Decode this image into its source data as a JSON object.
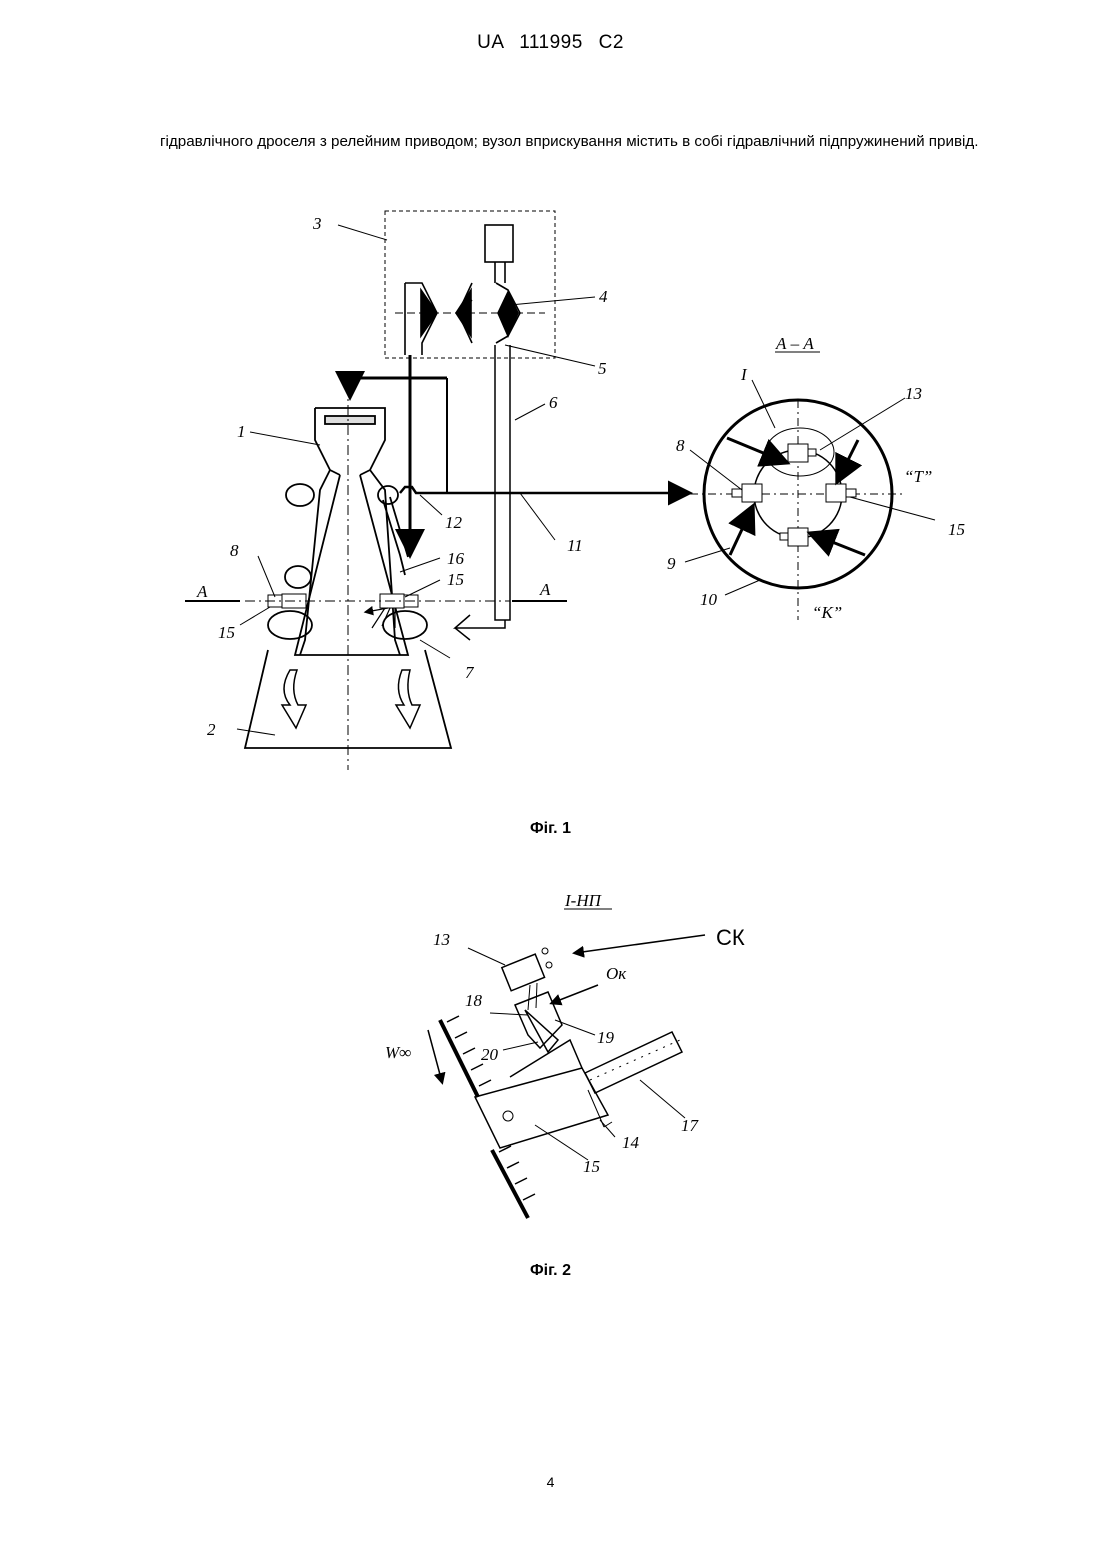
{
  "header": {
    "patent_id": "UA   111995   C2"
  },
  "body_text": "гідравлічного дроселя з релейним приводом; вузол вприскування містить в собі гідравлічний підпружинений привід.",
  "figure1": {
    "caption": "Фіг. 1",
    "section_label": "А – А",
    "labels": {
      "n1": "1",
      "n2": "2",
      "n3": "3",
      "n4": "4",
      "n5": "5",
      "n6": "6",
      "n7": "7",
      "n8": "8",
      "n11": "11",
      "n12": "12",
      "n15a": "15",
      "n15b": "15",
      "n16": "16",
      "cutA_left": "А",
      "cutA_right": "А",
      "detail_I": "І",
      "d13": "13",
      "d8": "8",
      "d15": "15",
      "d9": "9",
      "d10": "10",
      "T": "“Т”",
      "K": "“К”"
    }
  },
  "figure2": {
    "caption": "Фіг. 2",
    "title": "І-НП",
    "labels": {
      "n13": "13",
      "CK": "СК",
      "Ok": "Ок",
      "n18": "18",
      "n19": "19",
      "n20": "20",
      "W": "W∞",
      "n14": "14",
      "n15": "15",
      "n17": "17"
    }
  },
  "page_number": "4"
}
